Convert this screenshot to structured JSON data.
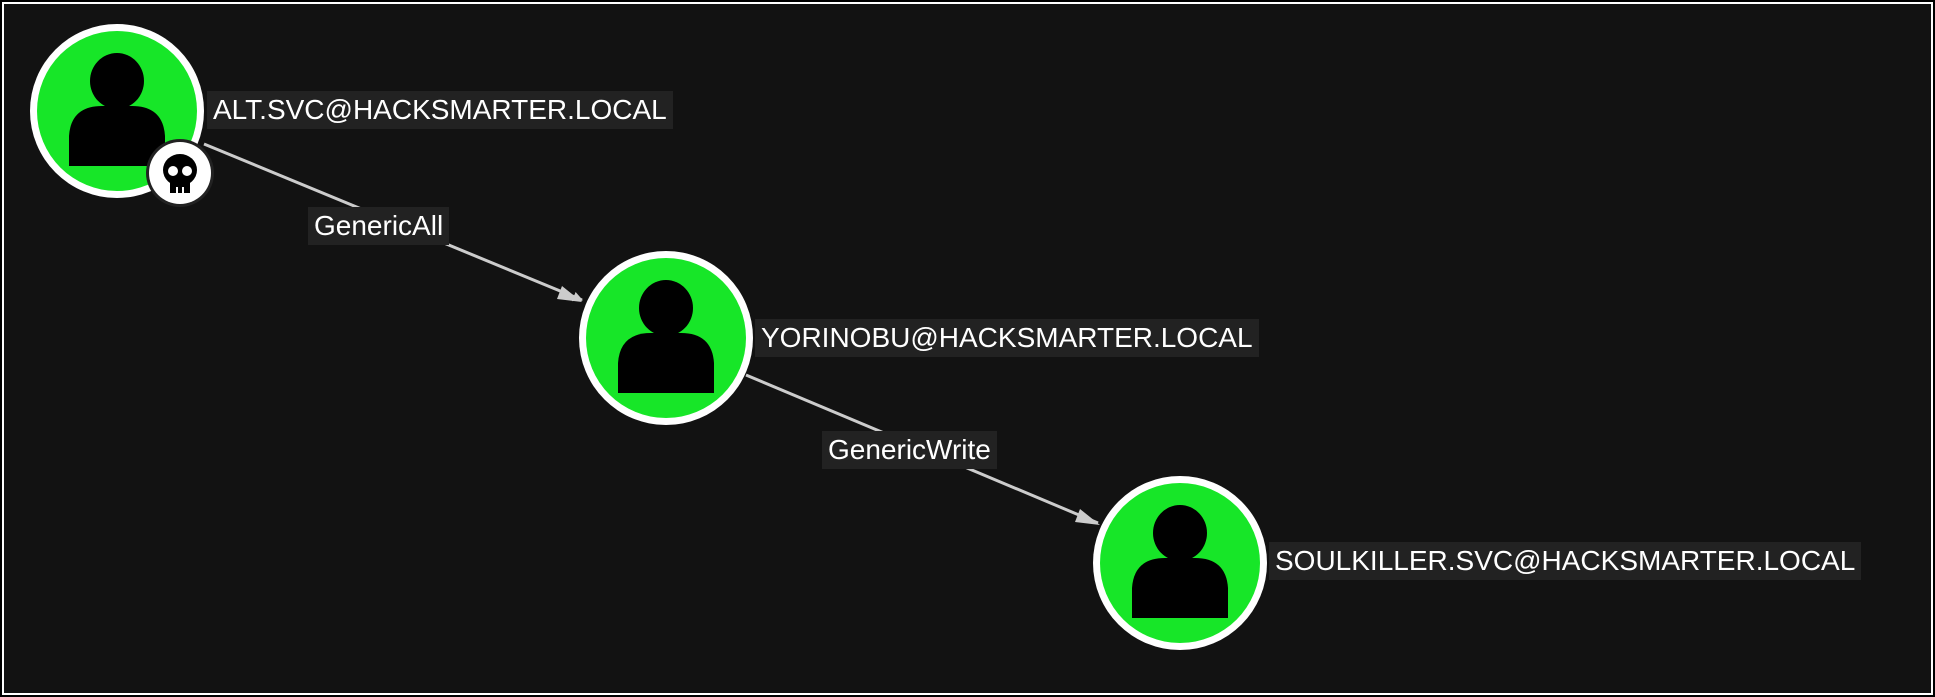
{
  "nodes": [
    {
      "id": "n1",
      "label": "ALT.SVC@HACKSMARTER.LOCAL",
      "type": "user",
      "badge": "skull-icon"
    },
    {
      "id": "n2",
      "label": "YORINOBU@HACKSMARTER.LOCAL",
      "type": "user"
    },
    {
      "id": "n3",
      "label": "SOULKILLER.SVC@HACKSMARTER.LOCAL",
      "type": "user"
    }
  ],
  "edges": [
    {
      "from": "n1",
      "to": "n2",
      "label": "GenericAll"
    },
    {
      "from": "n2",
      "to": "n3",
      "label": "GenericWrite"
    }
  ],
  "colors": {
    "node_fill": "#17e628",
    "node_ring": "#ffffff",
    "background": "#121212",
    "edge": "#cccccc",
    "label_bg": "#222222"
  }
}
